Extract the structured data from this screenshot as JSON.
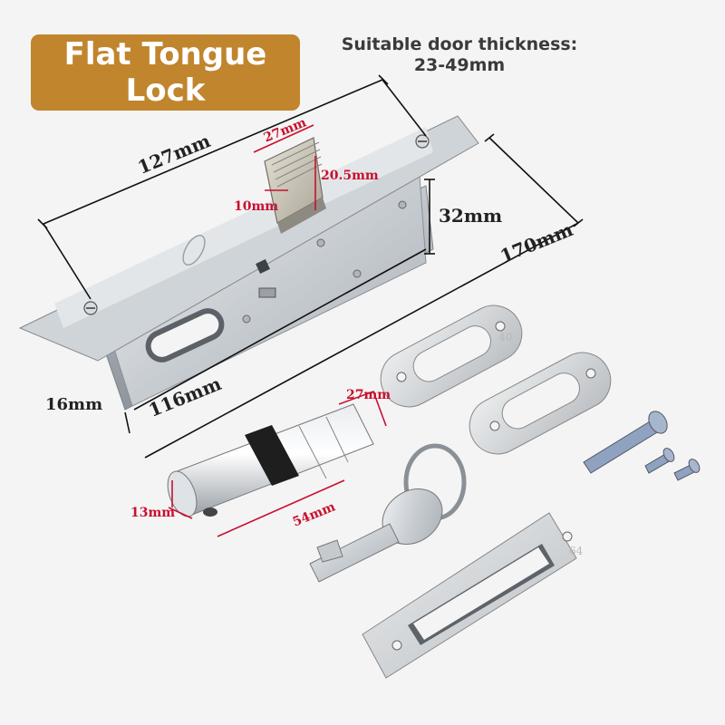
{
  "badge": {
    "line1": "Flat Tongue",
    "line2": "Lock",
    "bg": "#c0852d"
  },
  "door_thickness": {
    "line1": "Suitable door thickness:",
    "line2": "23-49mm"
  },
  "dimensions": {
    "length_127": "127mm",
    "tongue_width": "27mm",
    "tongue_height": "20.5mm",
    "tongue_depth": "10mm",
    "backset_32": "32mm",
    "faceplate_170": "170mm",
    "body_16": "16mm",
    "body_116": "116mm",
    "cylinder_27": "27mm",
    "cylinder_13": "13mm",
    "cylinder_54": "54mm"
  },
  "part_markings": {
    "strike_small": "40",
    "strike_long": "64"
  },
  "colors": {
    "dimension_red": "#c8102e",
    "line_black": "#111111",
    "background": "#f4f4f4"
  }
}
